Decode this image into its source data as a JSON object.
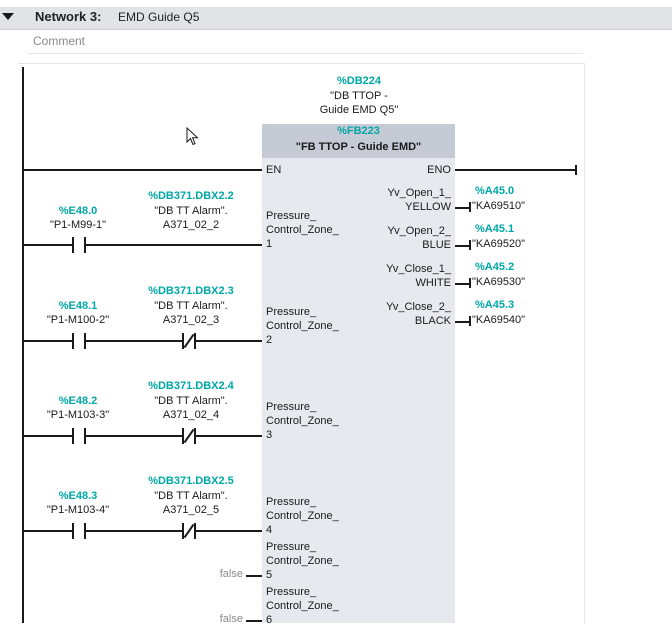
{
  "network": {
    "title": "Network 3:",
    "name": "EMD Guide Q5",
    "comment_placeholder": "Comment"
  },
  "block": {
    "instance_address": "%DB224",
    "instance_name_line1": "\"DB TTOP -",
    "instance_name_line2": "Guide EMD Q5\"",
    "fb_address": "%FB223",
    "fb_name": "\"FB TTOP - Guide EMD\"",
    "en_label": "EN",
    "eno_label": "ENO"
  },
  "inputs": [
    {
      "contact_addr": "%E48.0",
      "contact_name": "\"P1-M99-1\"",
      "alarm_addr": "%DB371.DBX2.2",
      "alarm_name1": "\"DB TT Alarm\".",
      "alarm_name2": "A371_02_2",
      "pin_line1": "Pressure_",
      "pin_line2": "Control_Zone_",
      "pin_line3": "1"
    },
    {
      "contact_addr": "%E48.1",
      "contact_name": "\"P1-M100-2\"",
      "alarm_addr": "%DB371.DBX2.3",
      "alarm_name1": "\"DB TT Alarm\".",
      "alarm_name2": "A371_02_3",
      "pin_line1": "Pressure_",
      "pin_line2": "Control_Zone_",
      "pin_line3": "2"
    },
    {
      "contact_addr": "%E48.2",
      "contact_name": "\"P1-M103-3\"",
      "alarm_addr": "%DB371.DBX2.4",
      "alarm_name1": "\"DB TT Alarm\".",
      "alarm_name2": "A371_02_4",
      "pin_line1": "Pressure_",
      "pin_line2": "Control_Zone_",
      "pin_line3": "3"
    },
    {
      "contact_addr": "%E48.3",
      "contact_name": "\"P1-M103-4\"",
      "alarm_addr": "%DB371.DBX2.5",
      "alarm_name1": "\"DB TT Alarm\".",
      "alarm_name2": "A371_02_5",
      "pin_line1": "Pressure_",
      "pin_line2": "Control_Zone_",
      "pin_line3": "4"
    }
  ],
  "const_inputs": [
    {
      "value": "false",
      "pin_line1": "Pressure_",
      "pin_line2": "Control_Zone_",
      "pin_line3": "5"
    },
    {
      "value": "false",
      "pin_line1": "Pressure_",
      "pin_line2": "Control_Zone_",
      "pin_line3": "6"
    }
  ],
  "outputs": [
    {
      "pin_line1": "Yv_Open_1_",
      "pin_line2": "YELLOW",
      "addr": "%A45.0",
      "name": "\"KA69510\""
    },
    {
      "pin_line1": "Yv_Open_2_",
      "pin_line2": "BLUE",
      "addr": "%A45.1",
      "name": "\"KA69520\""
    },
    {
      "pin_line1": "Yv_Close_1_",
      "pin_line2": "WHITE",
      "addr": "%A45.2",
      "name": "\"KA69530\""
    },
    {
      "pin_line1": "Yv_Close_2_",
      "pin_line2": "BLACK",
      "addr": "%A45.3",
      "name": "\"KA69540\""
    }
  ]
}
